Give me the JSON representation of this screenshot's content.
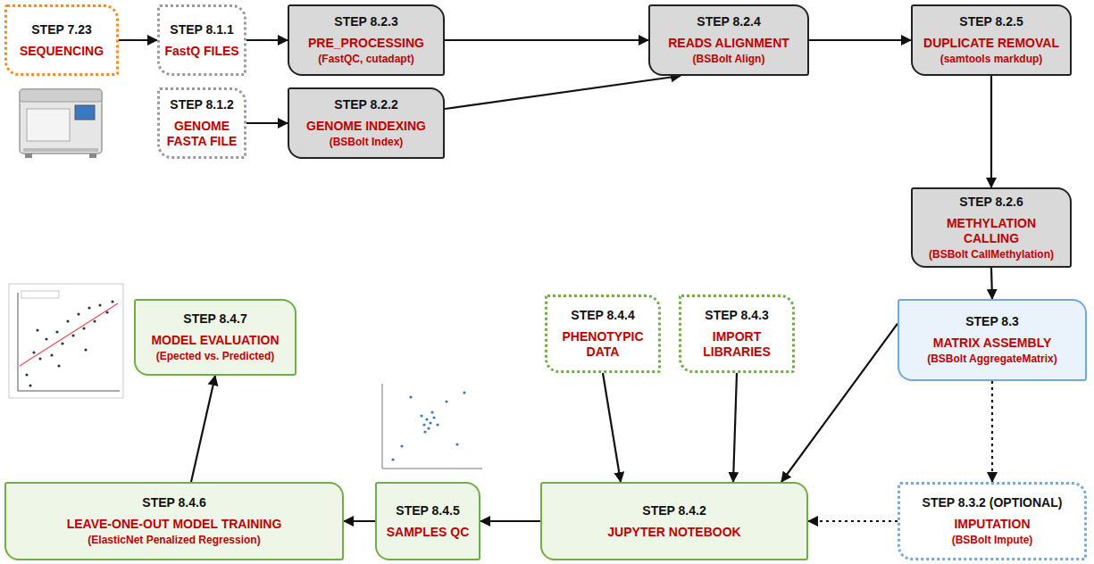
{
  "diagram": {
    "nodes": [
      {
        "text": [
          "STEP 7.23",
          "SEQUENCING"
        ]
      },
      {
        "text": [
          "STEP 8.1.1",
          "FastQ FILES"
        ]
      },
      {
        "text": [
          "STEP 8.1.2",
          "GENOME FASTA FILE"
        ]
      },
      {
        "text": [
          "STEP 8.2.3",
          "PRE_PROCESSING",
          "(FastQC, cutadapt)"
        ]
      },
      {
        "text": [
          "STEP 8.2.2",
          "GENOME INDEXING",
          "(BSBolt Index)"
        ]
      },
      {
        "text": [
          "STEP 8.2.4",
          "READS ALIGNMENT",
          "(BSBolt Align)"
        ]
      },
      {
        "text": [
          "STEP 8.2.5",
          "DUPLICATE REMOVAL",
          "(samtools markdup)"
        ]
      },
      {
        "text": [
          "STEP 8.2.6",
          "METHYLATION CALLING",
          "(BSBolt CallMethylation)"
        ]
      },
      {
        "text": [
          "STEP 8.3",
          "MATRIX ASSEMBLY",
          "(BSBolt AggregateMatrix)"
        ]
      },
      {
        "text": [
          "STEP 8.3.2 (OPTIONAL)",
          "IMPUTATION",
          "(BSBolt Impute)"
        ]
      },
      {
        "text": [
          "STEP 8.4.7",
          "MODEL EVALUATION",
          "(Epected vs. Predicted)"
        ]
      },
      {
        "text": [
          "STEP 8.4.4",
          "PHENOTYPIC DATA"
        ]
      },
      {
        "text": [
          "STEP 8.4.3",
          "IMPORT LIBRARIES"
        ]
      },
      {
        "text": [
          "STEP 8.4.6",
          "LEAVE-ONE-OUT MODEL TRAINING",
          "(ElasticNet Penalized Regression)"
        ]
      },
      {
        "text": [
          "STEP 8.4.5",
          "SAMPLES QC"
        ]
      },
      {
        "text": [
          "STEP 8.4.2",
          "JUPYTER NOTEBOOK"
        ]
      }
    ],
    "edges": [
      {
        "from": 0,
        "to": 1,
        "arrow": "to"
      },
      {
        "from": 1,
        "to": 3,
        "arrow": "to"
      },
      {
        "from": 2,
        "to": 4,
        "arrow": "to"
      },
      {
        "from": 3,
        "to": 5,
        "arrow": "to"
      },
      {
        "from": 4,
        "to": 5,
        "arrow": "to"
      },
      {
        "from": 5,
        "to": 6,
        "arrow": "to"
      },
      {
        "from": 6,
        "to": 7,
        "arrow": "to"
      },
      {
        "from": 7,
        "to": 8,
        "arrow": "to"
      },
      {
        "from": 8,
        "to": 9,
        "arrow": "to"
      },
      {
        "from": 9,
        "to": 15,
        "arrow": "to"
      },
      {
        "from": 8,
        "to": 15,
        "arrow": "to"
      },
      {
        "from": 11,
        "to": 15,
        "arrow": "to"
      },
      {
        "from": 12,
        "to": 15,
        "arrow": "to"
      },
      {
        "from": 15,
        "to": 14,
        "arrow": "to"
      },
      {
        "from": 14,
        "to": 13,
        "arrow": "to"
      },
      {
        "from": 13,
        "to": 10,
        "arrow": "to"
      }
    ]
  }
}
